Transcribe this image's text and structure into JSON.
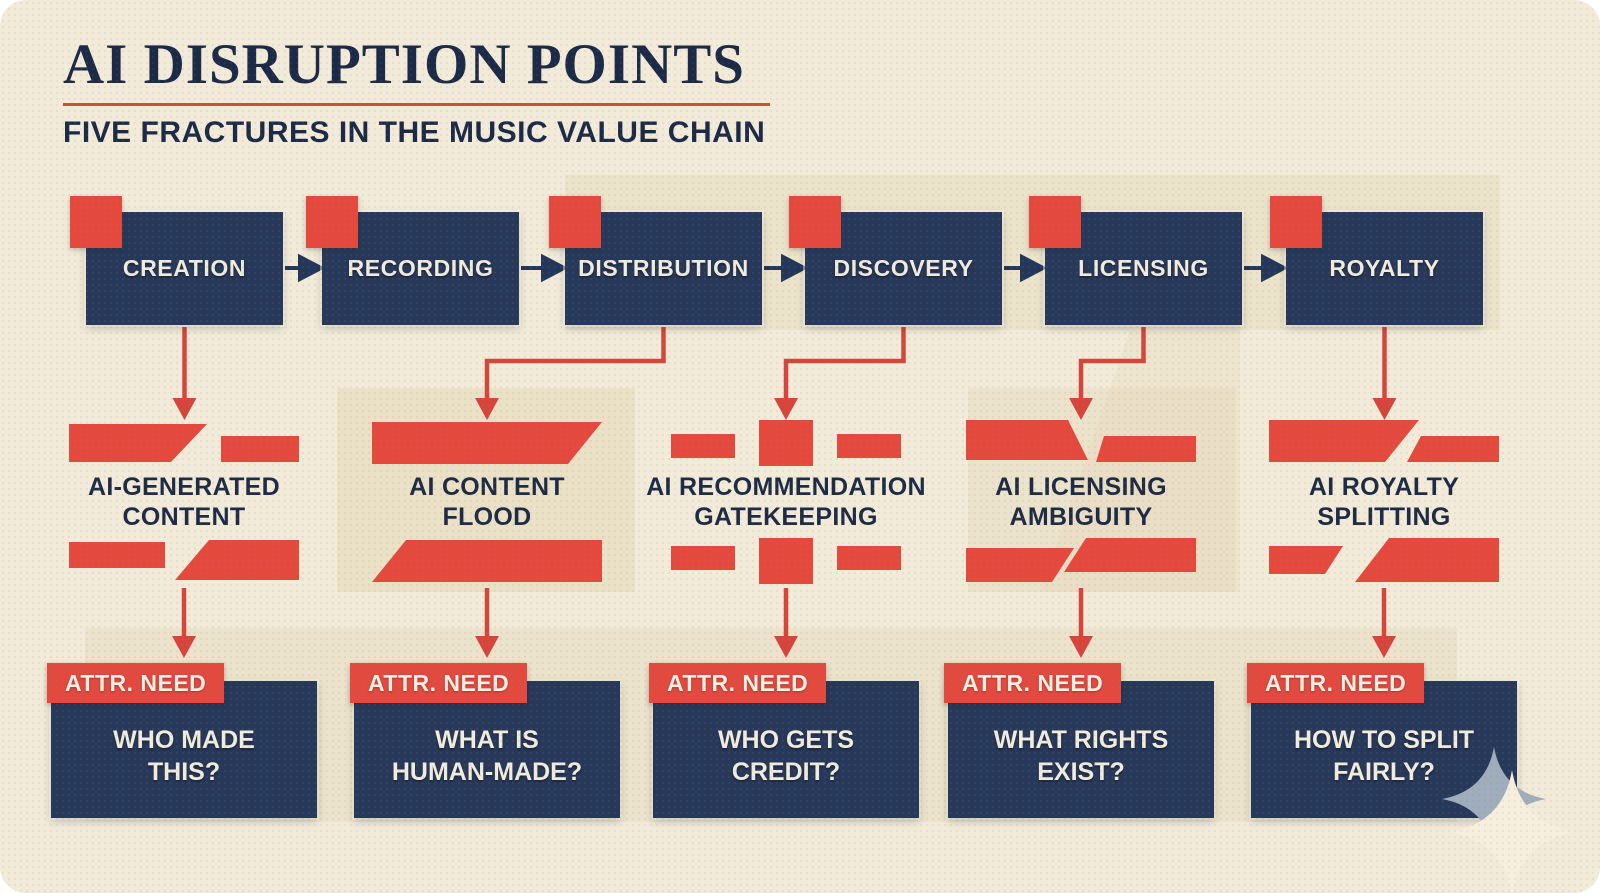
{
  "header": {
    "title": "AI DISRUPTION POINTS",
    "subtitle": "FIVE FRACTURES IN THE MUSIC VALUE CHAIN"
  },
  "value_chain": {
    "stages": [
      {
        "label": "CREATION"
      },
      {
        "label": "RECORDING"
      },
      {
        "label": "DISTRIBUTION"
      },
      {
        "label": "DISCOVERY"
      },
      {
        "label": "LICENSING"
      },
      {
        "label": "ROYALTY"
      }
    ]
  },
  "fractures": [
    {
      "label": "AI-GENERATED\nCONTENT",
      "icon": "broken-slash-bars-icon"
    },
    {
      "label": "AI CONTENT\nFLOOD",
      "icon": "flood-bars-icon"
    },
    {
      "label": "AI RECOMMENDATION\nGATEKEEPING",
      "icon": "dashed-gate-blocks-icon"
    },
    {
      "label": "AI LICENSING\nAMBIGUITY",
      "icon": "sheared-bars-icon"
    },
    {
      "label": "AI ROYALTY\nSPLITTING",
      "icon": "split-bars-icon"
    }
  ],
  "attribution_needs": [
    {
      "tag": "ATTR. NEED",
      "question": "WHO MADE\nTHIS?"
    },
    {
      "tag": "ATTR. NEED",
      "question": "WHAT IS\nHUMAN-MADE?"
    },
    {
      "tag": "ATTR. NEED",
      "question": "WHO GETS\nCREDIT?"
    },
    {
      "tag": "ATTR. NEED",
      "question": "WHAT RIGHTS\nEXIST?"
    },
    {
      "tag": "ATTR. NEED",
      "question": "HOW TO SPLIT\nFAIRLY?"
    }
  ],
  "colors": {
    "navy": "#27395b",
    "red": "#e5493d",
    "cream": "#f2ebd9",
    "panel_beige": "#e4d8b8",
    "title_navy": "#1b2a47",
    "light_text": "#f1ecdd"
  }
}
